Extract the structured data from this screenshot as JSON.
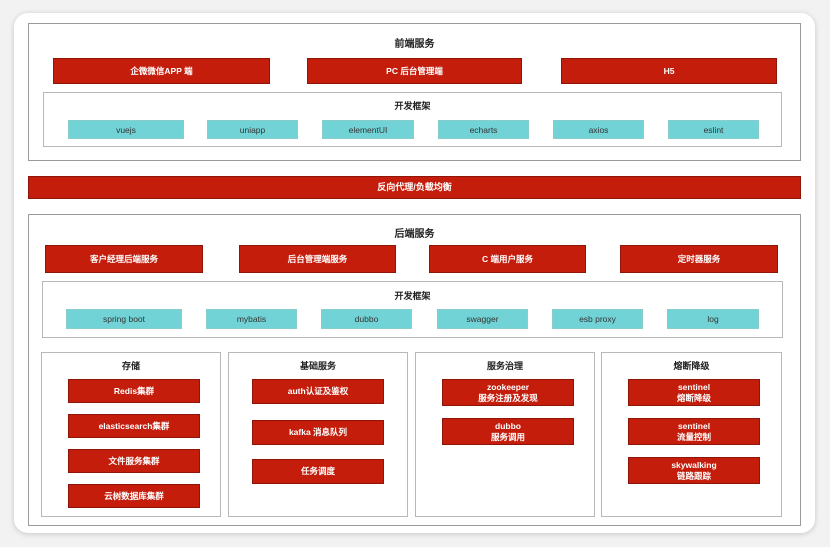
{
  "frontend": {
    "title": "前端服务",
    "clients": [
      "企微微信APP 端",
      "PC 后台管理端",
      "H5"
    ],
    "framework_title": "开发框架",
    "frameworks": [
      "vuejs",
      "uniapp",
      "elementUI",
      "echarts",
      "axios",
      "eslint"
    ]
  },
  "proxy": {
    "label": "反向代理/负载均衡"
  },
  "backend": {
    "title": "后端服务",
    "services": [
      "客户经理后端服务",
      "后台管理端服务",
      "C 端用户服务",
      "定时器服务"
    ],
    "framework_title": "开发框架",
    "frameworks": [
      "spring boot",
      "mybatis",
      "dubbo",
      "swagger",
      "esb proxy",
      "log"
    ],
    "storage": {
      "title": "存储",
      "items": [
        "Redis集群",
        "elasticsearch集群",
        "文件服务集群",
        "云树数据库集群"
      ]
    },
    "base": {
      "title": "基础服务",
      "items": [
        "auth认证及鉴权",
        "kafka 消息队列",
        "任务调度"
      ]
    },
    "governance": {
      "title": "服务治理",
      "items": [
        {
          "line1": "zookeeper",
          "line2": "服务注册及发现"
        },
        {
          "line1": "dubbo",
          "line2": "服务调用"
        }
      ]
    },
    "circuit": {
      "title": "熔断降级",
      "items": [
        {
          "line1": "sentinel",
          "line2": "熔断降级"
        },
        {
          "line1": "sentinel",
          "line2": "流量控制"
        },
        {
          "line1": "skywalking",
          "line2": "链路跟踪"
        }
      ]
    }
  }
}
